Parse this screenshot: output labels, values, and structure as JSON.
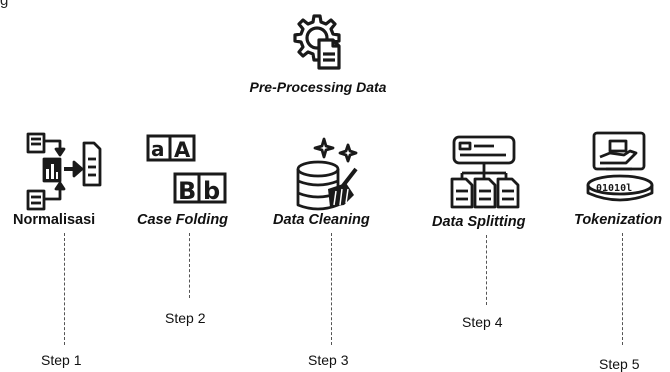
{
  "diagram": {
    "top_fragment": "g",
    "title": "Pre-Processing Data",
    "steps": [
      {
        "label": "Normalisasi",
        "step": "Step 1",
        "icon": "document-flow-icon"
      },
      {
        "label": "Case Folding",
        "step": "Step 2",
        "icon": "letter-case-icon"
      },
      {
        "label": "Data Cleaning",
        "step": "Step 3",
        "icon": "database-broom-icon"
      },
      {
        "label": "Data Splitting",
        "step": "Step 4",
        "icon": "server-split-icon"
      },
      {
        "label": "Tokenization",
        "step": "Step 5",
        "icon": "token-hand-icon"
      }
    ],
    "colors": {
      "stroke": "#1a1a1a",
      "dash": "#555555"
    }
  }
}
